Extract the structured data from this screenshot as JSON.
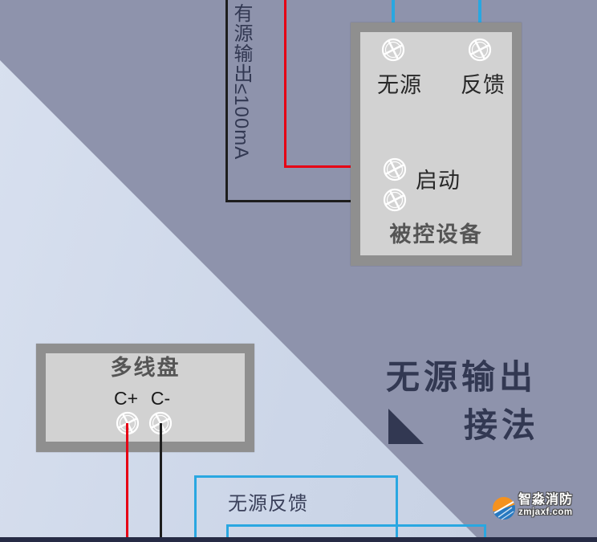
{
  "colors": {
    "bg_dark": "#8e93ac",
    "bg_light_top": "#d8e0ef",
    "bg_light_bottom": "#c6d0e2",
    "frame_gray": "#8f8f8f",
    "panel_fill": "#d2d2d2",
    "wire_red": "#e60014",
    "wire_black": "#1d1d1d",
    "wire_blue": "#29a7e1",
    "text_navy": "#323852",
    "text_dark_gray": "#555555",
    "bottom_bar": "#262b45",
    "logo_orange": "#f5921e",
    "logo_blue": "#2879c0"
  },
  "note_active_output": {
    "text": "有源输出≤100mA"
  },
  "controlled_device": {
    "title": "被控设备",
    "terminal_passive": "无源",
    "terminal_feedback": "反馈",
    "terminal_start": "启动"
  },
  "multiline_panel": {
    "title": "多线盘",
    "terminal_c_plus": "C+",
    "terminal_c_minus": "C-"
  },
  "heading": {
    "line1": "无源输出",
    "line2": "接法"
  },
  "passive_feedback_box": {
    "label": "无源反馈"
  },
  "watermark": {
    "brand": "智淼消防",
    "domain": "zmjaxf.com"
  },
  "icons": {
    "terminal": "screw-terminal-icon"
  }
}
